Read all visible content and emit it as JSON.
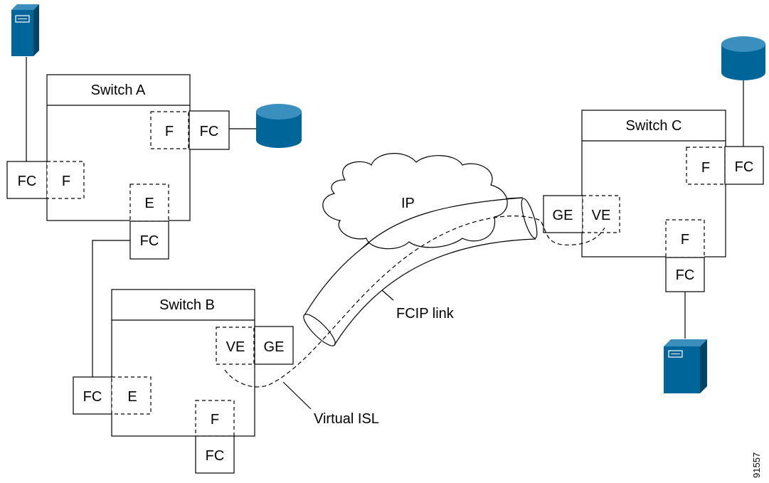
{
  "colors": {
    "device": "#006699",
    "line": "#000000",
    "background": "#ffffff"
  },
  "switch_a": {
    "title": "Switch A",
    "port_f_top": "F",
    "port_fc_right": "FC",
    "port_fc_left": "FC",
    "port_f_left": "F",
    "port_e": "E",
    "port_fc_bottom": "FC"
  },
  "switch_b": {
    "title": "Switch B",
    "port_ve": "VE",
    "port_ge": "GE",
    "port_fc_left": "FC",
    "port_e": "E",
    "port_f": "F",
    "port_fc_bottom": "FC"
  },
  "switch_c": {
    "title": "Switch C",
    "port_f_top": "F",
    "port_fc_right": "FC",
    "port_ge": "GE",
    "port_ve": "VE",
    "port_f_bottom": "F",
    "port_fc_bottom": "FC"
  },
  "cloud": {
    "label": "IP"
  },
  "labels": {
    "fcip_link": "FCIP link",
    "virtual_isl": "Virtual ISL",
    "figure_id": "91557"
  },
  "devices": {
    "server_top_left": "server-icon",
    "storage_a": "storage-icon",
    "storage_c": "storage-icon",
    "server_bottom_right": "server-icon"
  }
}
